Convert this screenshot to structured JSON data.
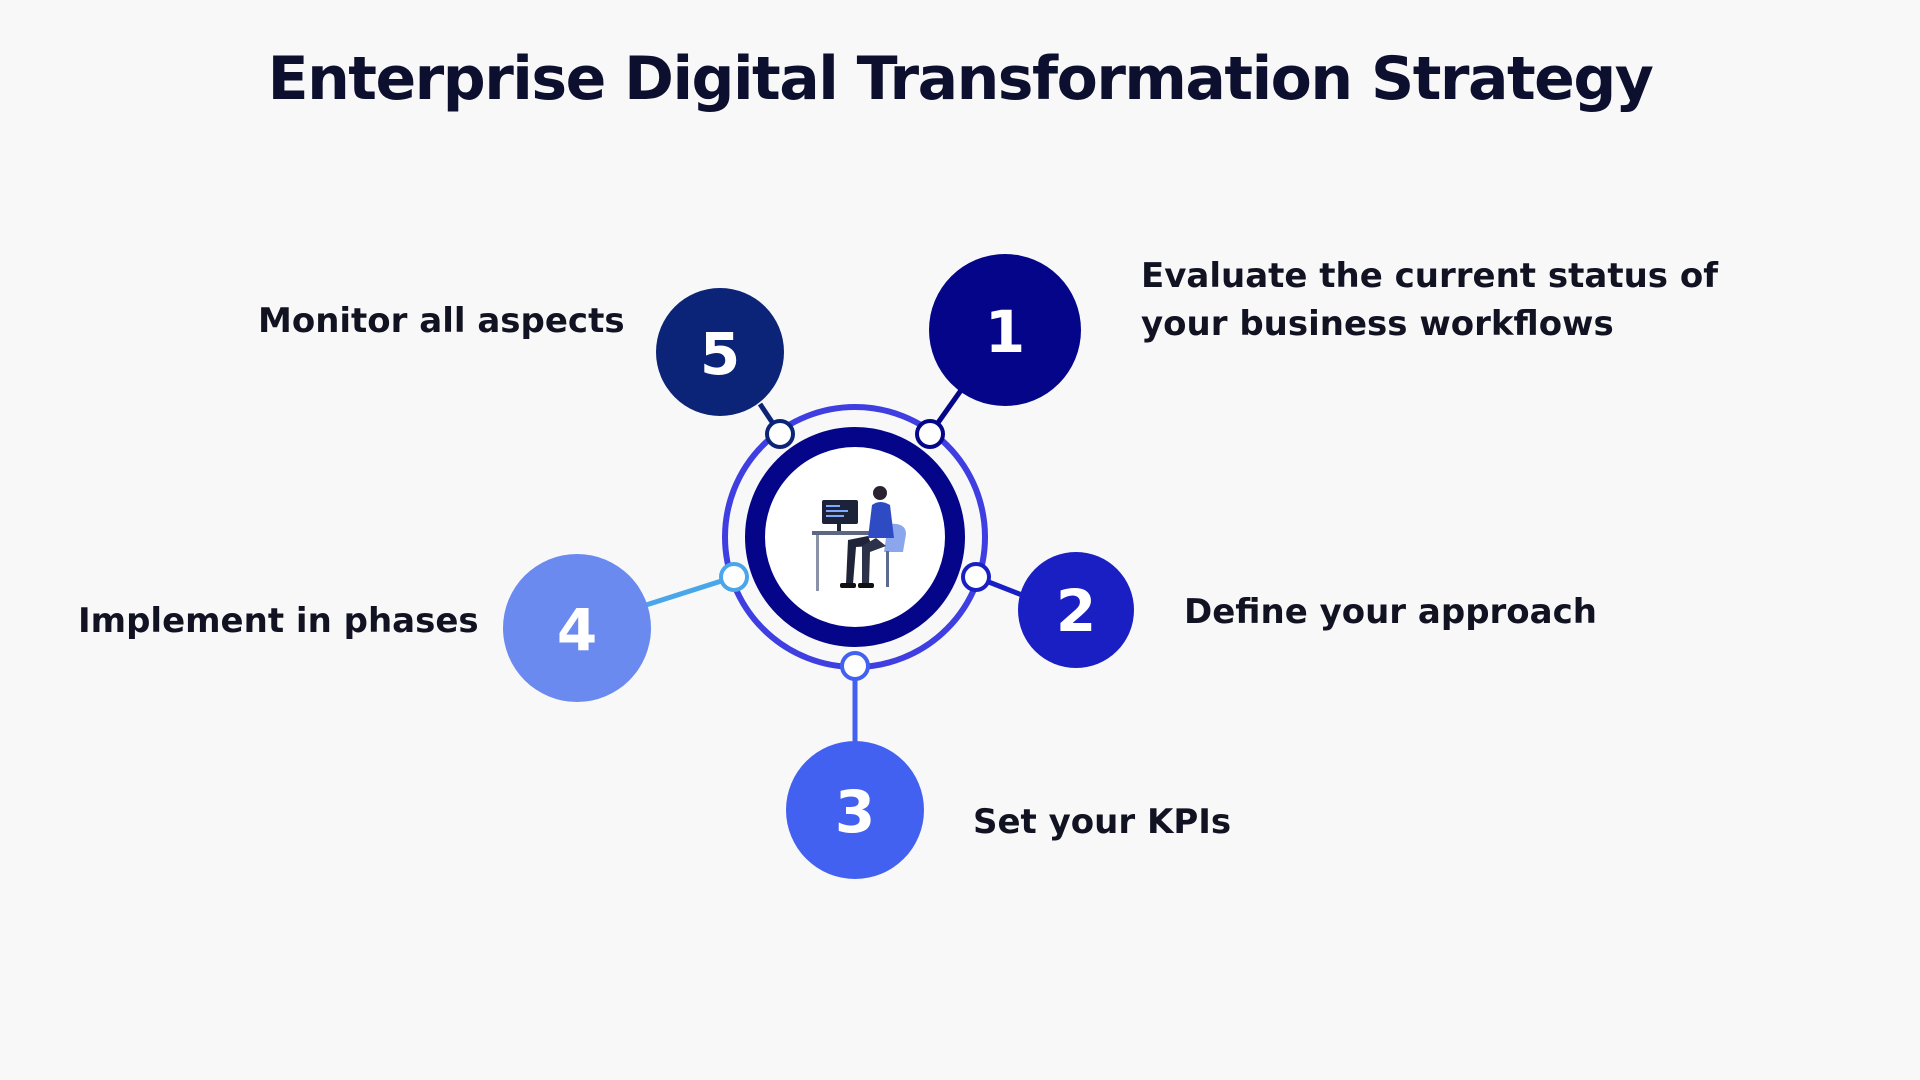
{
  "title": "Enterprise Digital Transformation Strategy",
  "center_icon": "person-at-computer-icon",
  "colors": {
    "background": "#f8f8f8",
    "title": "#0d0f2e",
    "text": "#111322",
    "ring": "#3f3ee0",
    "inner_ring": "#05058a"
  },
  "steps": [
    {
      "number": "1",
      "label": "Evaluate the current status of your business workflows",
      "color": "#05058a"
    },
    {
      "number": "2",
      "label": "Define your approach",
      "color": "#1a1fc4"
    },
    {
      "number": "3",
      "label": "Set your KPIs",
      "color": "#4361f1"
    },
    {
      "number": "4",
      "label": "Implement in phases",
      "color": "#6b8af0"
    },
    {
      "number": "5",
      "label": "Monitor all aspects",
      "color": "#0b2478"
    }
  ]
}
